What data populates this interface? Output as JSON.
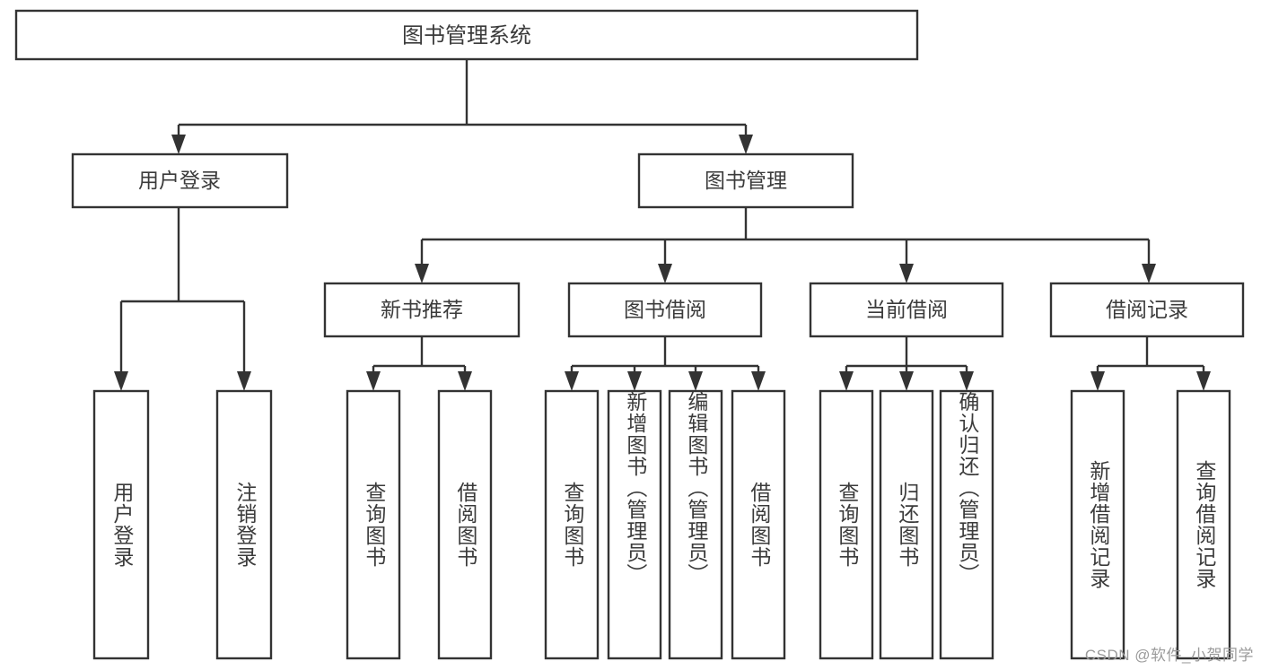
{
  "diagram": {
    "type": "tree-hierarchy",
    "title": "图书管理系统",
    "orientation": "top-down",
    "colors": {
      "background": "#ffffff",
      "box_fill": "#ffffff",
      "box_stroke": "#333333",
      "text": "#3b3b3b",
      "watermark": "#9b9b9b"
    },
    "root": {
      "label": "图书管理系统"
    },
    "level1": [
      {
        "label": "用户登录"
      },
      {
        "label": "图书管理"
      }
    ],
    "level2": [
      {
        "label": "新书推荐"
      },
      {
        "label": "图书借阅"
      },
      {
        "label": "当前借阅"
      },
      {
        "label": "借阅记录"
      }
    ],
    "leaves": {
      "user_login": [
        {
          "label": "用户登录"
        },
        {
          "label": "注销登录"
        }
      ],
      "new_book_recommend": [
        {
          "label": "查询图书"
        },
        {
          "label": "借阅图书"
        }
      ],
      "book_borrow": [
        {
          "label": "查询图书"
        },
        {
          "label": "新增图书（管理员）"
        },
        {
          "label": "编辑图书（管理员）"
        },
        {
          "label": "借阅图书"
        }
      ],
      "current_borrow": [
        {
          "label": "查询图书"
        },
        {
          "label": "归还图书"
        },
        {
          "label": "确认归还（管理员）"
        }
      ],
      "borrow_record": [
        {
          "label": "新增借阅记录"
        },
        {
          "label": "查询借阅记录"
        }
      ]
    }
  },
  "watermark": {
    "text": "CSDN @软件_小贺同学"
  }
}
